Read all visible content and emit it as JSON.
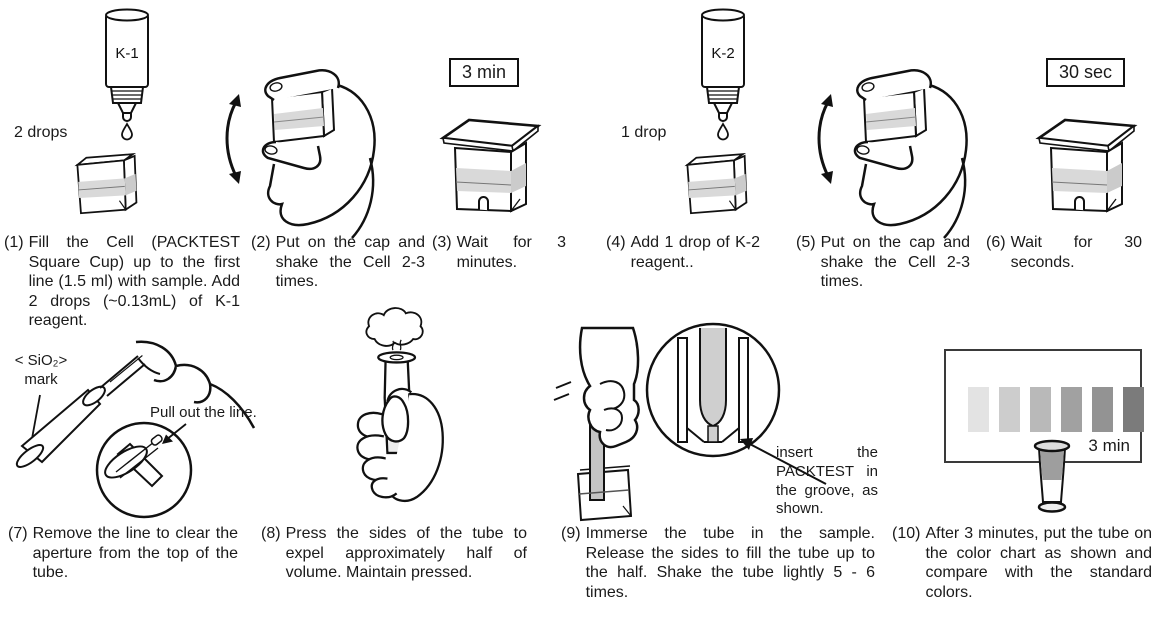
{
  "reagents": {
    "k1": "K-1",
    "k2": "K-2"
  },
  "annotations": {
    "two_drops": "2 drops",
    "one_drop": "1 drop",
    "wait_3min": "3 min",
    "wait_30sec": "30 sec",
    "sio2_mark_line1": "< SiO₂>",
    "sio2_mark_line2": "mark",
    "pull_out_line": "Pull out the line.",
    "insert_groove": "insert the PACKTEST in the groove, as shown.",
    "chart_time": "3 min"
  },
  "steps": [
    {
      "num": "(1)",
      "text": "Fill the Cell (PACKTEST Square Cup)  up to the first line (1.5 ml) with sample. Add 2 drops (~0.13mL) of K-1 reagent."
    },
    {
      "num": "(2)",
      "text": "Put on the cap and shake the Cell 2-3 times."
    },
    {
      "num": "(3)",
      "text": "Wait for 3 minutes."
    },
    {
      "num": "(4)",
      "text": "Add 1 drop of K-2 reagent.."
    },
    {
      "num": "(5)",
      "text": "Put on the cap and shake the Cell 2-3 times."
    },
    {
      "num": "(6)",
      "text": "Wait for 30 seconds."
    },
    {
      "num": "(7)",
      "text": "Remove the line to clear the aperture from the top of the tube."
    },
    {
      "num": "(8)",
      "text": "Press the sides of the tube to expel approximately half of volume. Maintain pressed."
    },
    {
      "num": "(9)",
      "text": "Immerse the tube in the sample. Release the sides to fill the tube up to the half. Shake the tube lightly 5 - 6 times."
    },
    {
      "num": "(10)",
      "text": "After 3 minutes, put the tube on the color chart as shown and compare with the standard colors."
    }
  ],
  "color_chart": {
    "swatches": [
      "#e3e3e3",
      "#cdcdcd",
      "#b9b9b9",
      "#a1a1a1",
      "#939393",
      "#7b7b7b"
    ]
  }
}
